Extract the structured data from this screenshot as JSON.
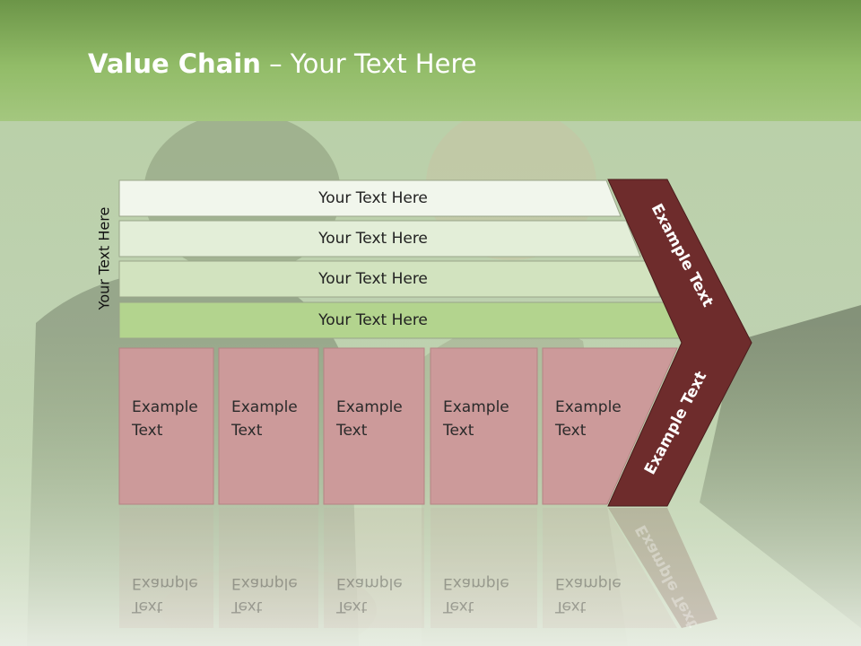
{
  "slide": {
    "title_bold": "Value Chain",
    "title_rest": " – Your Text Here",
    "side_label": "Your Text Here"
  },
  "bars": [
    {
      "label": "Your Text Here",
      "color": "#f1f6ec"
    },
    {
      "label": "Your Text Here",
      "color": "#e3eed8"
    },
    {
      "label": "Your Text Here",
      "color": "#d2e3bf"
    },
    {
      "label": "Your Text Here",
      "color": "#b3d48e"
    }
  ],
  "boxes": [
    {
      "line1": "Example",
      "line2": "Text"
    },
    {
      "line1": "Example",
      "line2": "Text"
    },
    {
      "line1": "Example",
      "line2": "Text"
    },
    {
      "line1": "Example",
      "line2": "Text"
    },
    {
      "line1": "Example",
      "line2": "Text"
    }
  ],
  "chevron": {
    "top_label": "Example Text",
    "bottom_label": "Example Text",
    "color": "#6e2c2c"
  },
  "colors": {
    "header_green": "#8fb665",
    "box_pink": "#cc9a9a",
    "outline": "#9aa58a"
  }
}
